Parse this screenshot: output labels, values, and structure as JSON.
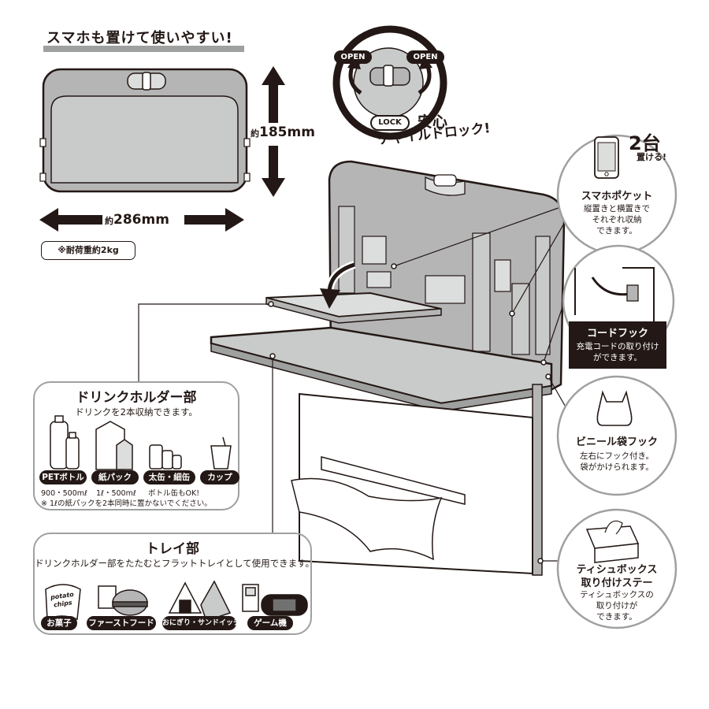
{
  "headline": "スマホも置けて使いやすい!",
  "dimensions": {
    "height_prefix": "約",
    "height_value": "185mm",
    "width_prefix": "約",
    "width_value": "286mm"
  },
  "load_note": "※耐荷重約2kg",
  "lock": {
    "open_left": "OPEN",
    "open_right": "OPEN",
    "lock_label": "LOCK",
    "title_line1": "安心",
    "title_line2": "チャイルドロック!"
  },
  "phone_pocket": {
    "badge_main": "2台",
    "badge_sub": "置ける!",
    "title": "スマホポケット",
    "desc_line1": "縦置きと横置きで",
    "desc_line2": "それぞれ収納",
    "desc_line3": "できます。"
  },
  "cord_hook": {
    "title": "コードフック",
    "desc_line1": "充電コードの取り付け",
    "desc_line2": "ができます。"
  },
  "bag_hook": {
    "title": "ビニール袋フック",
    "desc_line1": "左右にフック付き。",
    "desc_line2": "袋がかけられます。"
  },
  "tissue_stay": {
    "title_line1": "ティシュボックス",
    "title_line2": "取り付けステー",
    "desc_line1": "ティシュボックスの",
    "desc_line2": "取り付けが",
    "desc_line3": "できます。"
  },
  "drink_holder": {
    "title": "ドリンクホルダー部",
    "subtitle": "ドリンクを2本収納できます。",
    "categories": [
      "PETボトル",
      "紙パック",
      "太缶・細缶",
      "カップ"
    ],
    "pet_note": "900・500mℓ",
    "pack_note": "1ℓ・500mℓ",
    "can_note": "ボトル缶もOK!",
    "warning": "※ 1ℓの紙パックを2本同時に置かないでください。"
  },
  "tray": {
    "title": "トレイ部",
    "subtitle": "ドリンクホルダー部をたたむとフラットトレイとして使用できます。",
    "categories": [
      "お菓子",
      "ファーストフード",
      "おにぎり・サンドイッチ",
      "ゲーム機"
    ],
    "chips_line1": "potato",
    "chips_line2": "chips"
  },
  "colors": {
    "product_fill": "#b5b5b6",
    "dark": "#231815",
    "panel_border": "#9fa0a0"
  }
}
